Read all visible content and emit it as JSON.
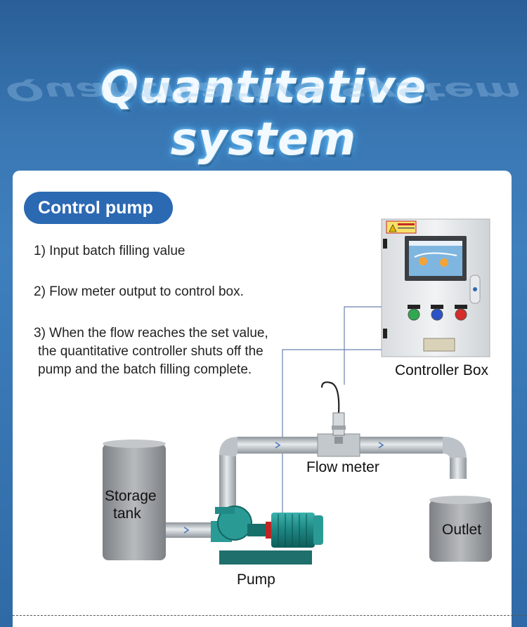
{
  "header": {
    "title": "Quantitative system"
  },
  "section": {
    "badge": "Control pump"
  },
  "steps": [
    {
      "line1": "1)  Input batch filling value",
      "line2": "",
      "line3": ""
    },
    {
      "line1": "2)   Flow meter output to control box.",
      "line2": "",
      "line3": ""
    },
    {
      "line1": "3)   When the flow reaches the set value,",
      "line2": "the quantitative controller shuts off the",
      "line3": "pump and the  batch filling complete."
    }
  ],
  "labels": {
    "controller_box": "Controller Box",
    "flow_meter": "Flow meter",
    "storage_line1": "Storage",
    "storage_line2": "tank",
    "outlet": "Outlet",
    "pump": "Pump"
  },
  "colors": {
    "accent": "#2c69b3",
    "pipe": "#b9c0c6",
    "tank": "#9ea2a5",
    "pump_body": "#1f8b87",
    "signal_line": "#6a7fb0"
  },
  "icons": [
    "warning-label-icon",
    "touchscreen-icon",
    "green-button-icon",
    "blue-button-icon",
    "red-button-icon",
    "flow-arrow-icon"
  ]
}
